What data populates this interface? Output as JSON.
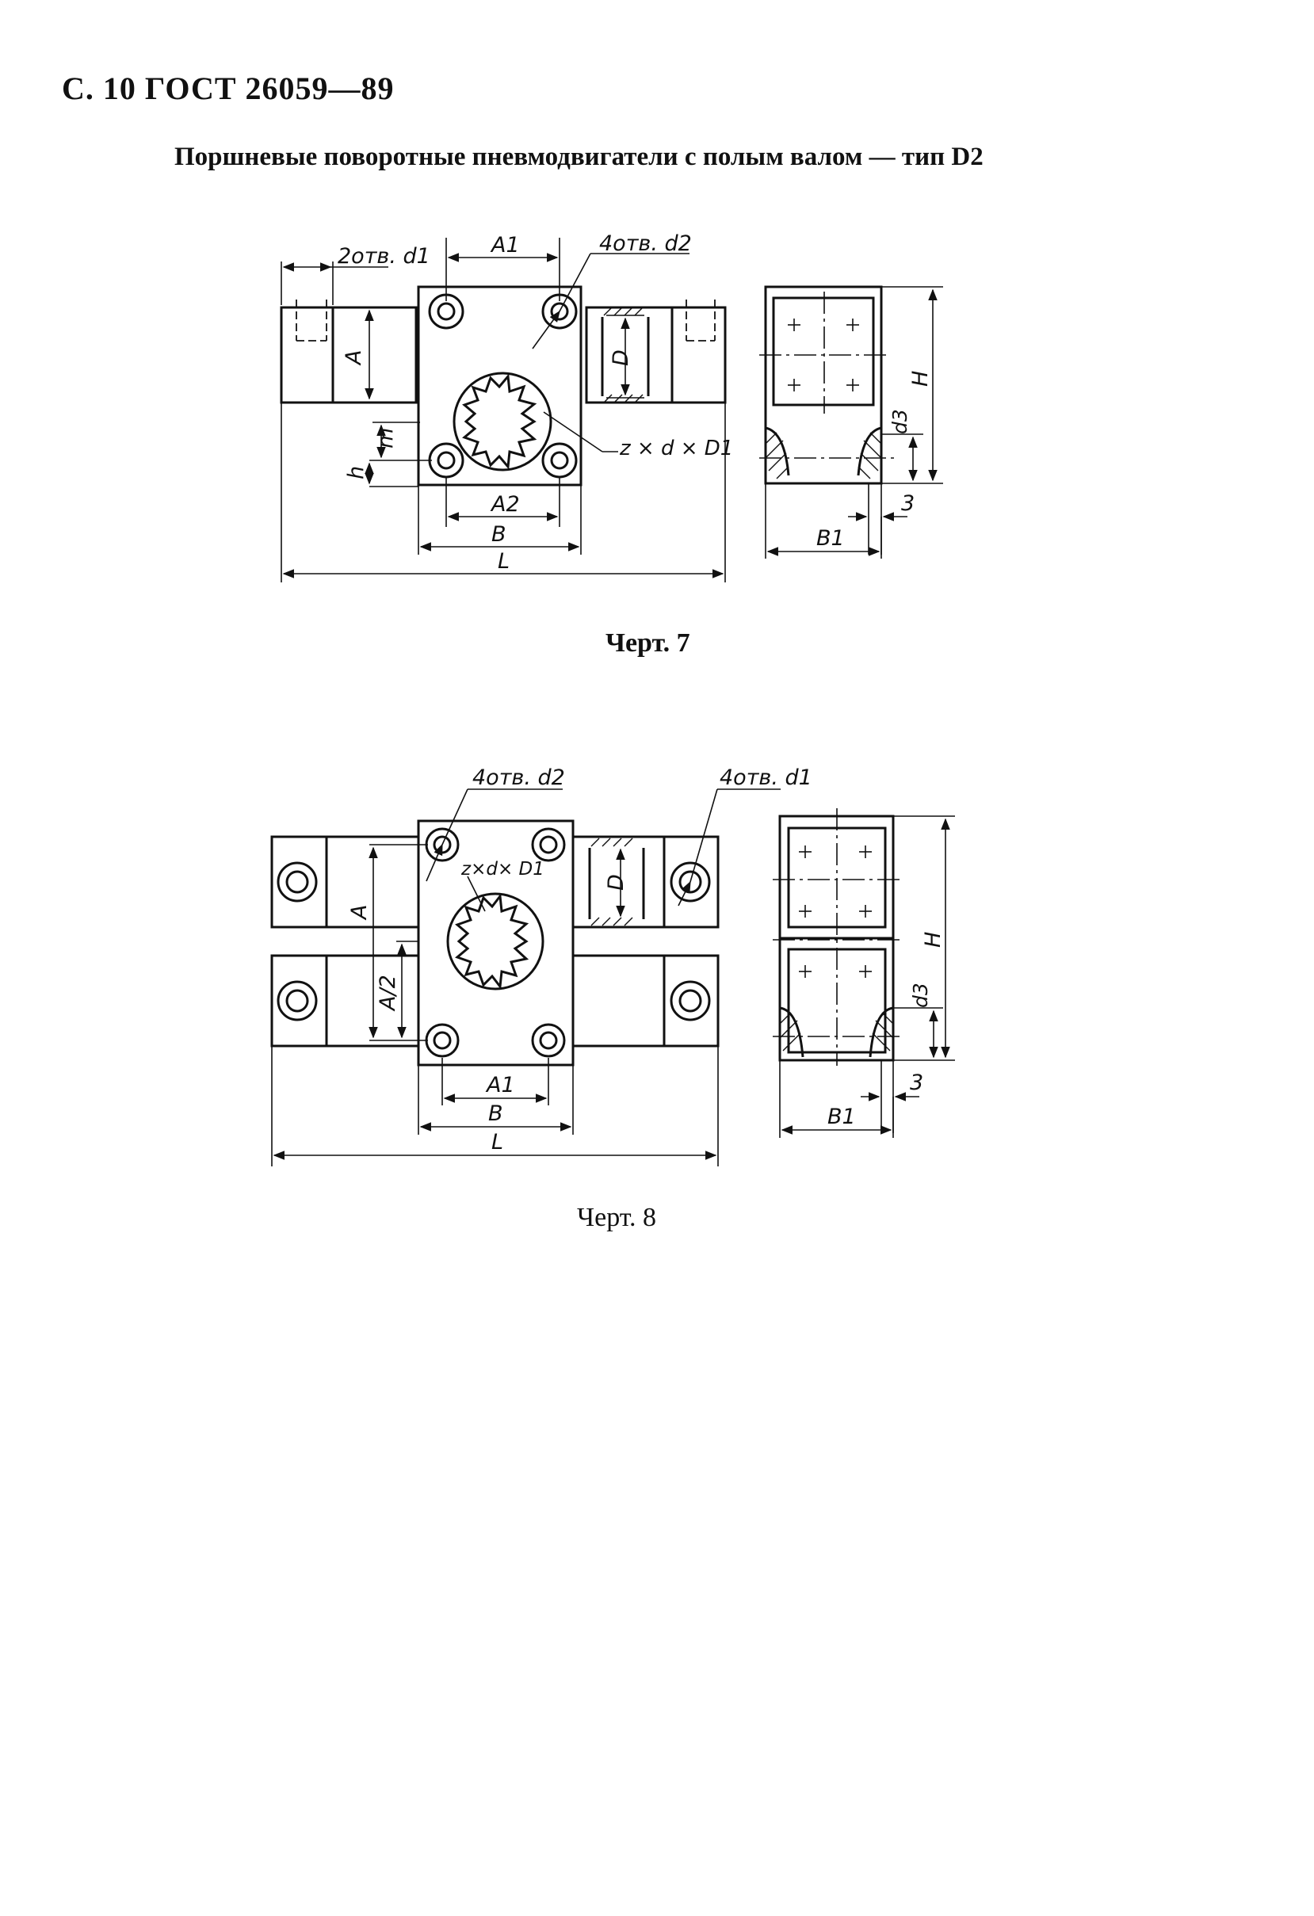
{
  "header": {
    "text": "С. 10 ГОСТ 26059—89"
  },
  "title": "Поршневые поворотные пневмодвигатели с полым валом — тип D2",
  "figure7": {
    "caption": "Черт. 7",
    "labels": {
      "holes_d1": "2отв. d1",
      "holes_d2": "4отв. d2",
      "A1": "A1",
      "A": "A",
      "D": "D",
      "m": "m",
      "h": "h",
      "spline": "z × d × D1",
      "A2": "A2",
      "B": "B",
      "L": "L",
      "H": "H",
      "d3": "d3",
      "three": "3",
      "B1": "B1"
    }
  },
  "figure8": {
    "caption": "Черт. 8",
    "labels": {
      "holes_d2": "4отв. d2",
      "holes_d1": "4отв. d1",
      "spline": "z×d× D1",
      "A": "A",
      "A_half": "A/2",
      "D": "D",
      "A1": "A1",
      "B": "B",
      "L": "L",
      "H": "H",
      "d3": "d3",
      "three": "3",
      "B1": "B1"
    }
  }
}
